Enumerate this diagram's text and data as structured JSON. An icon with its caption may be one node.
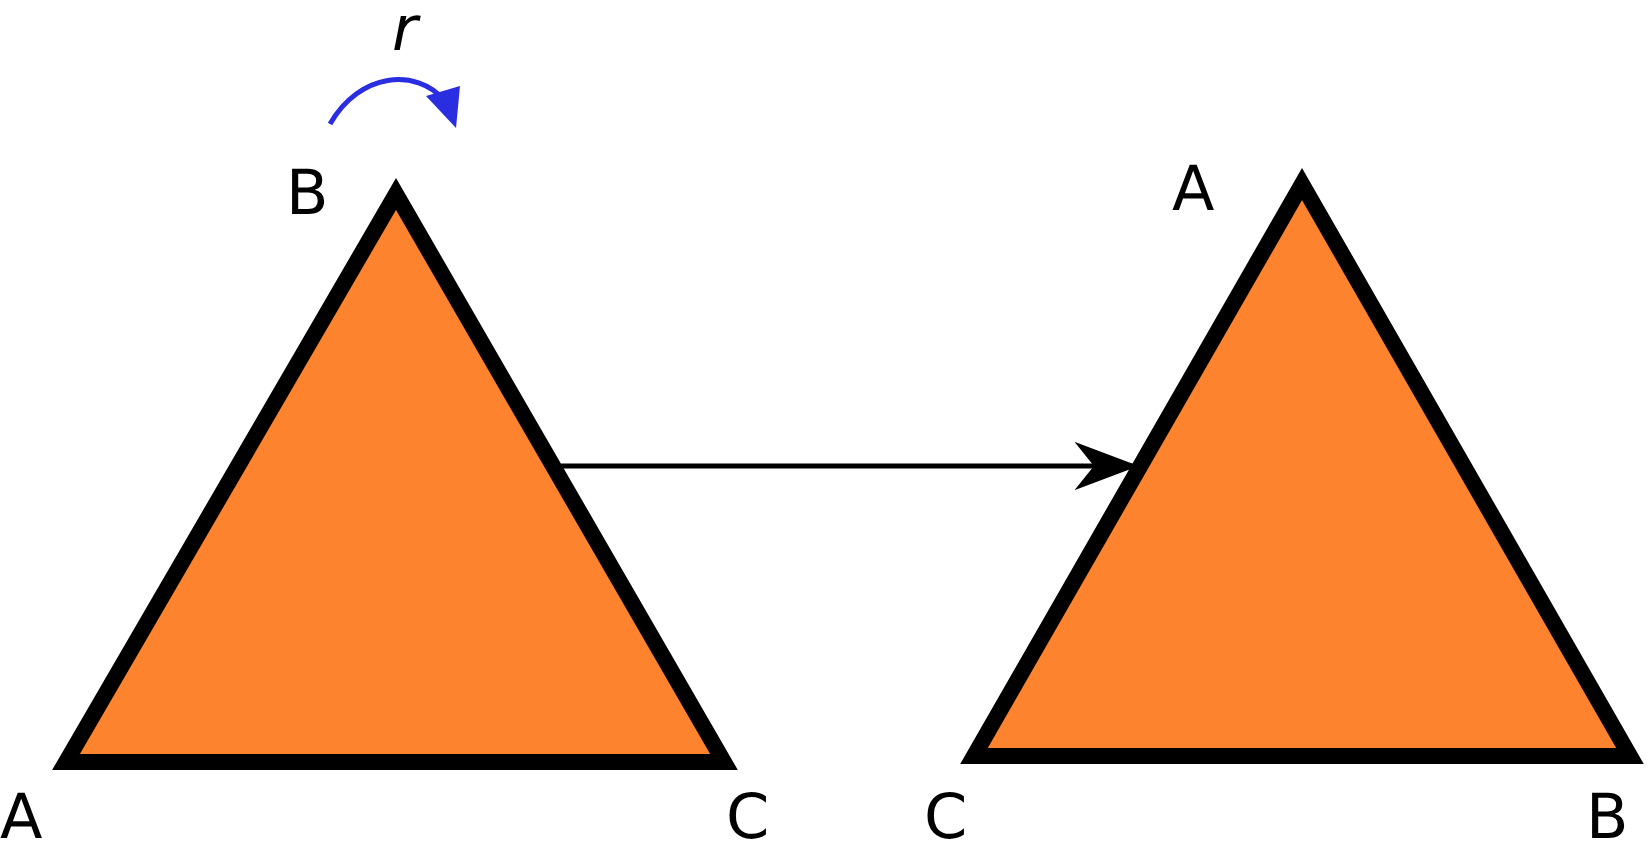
{
  "diagram": {
    "nodes": [
      {
        "text": [],
        "shape": "triangle"
      },
      {
        "text": [],
        "shape": "triangle"
      }
    ],
    "edges": [
      {
        "from": 0,
        "to": 1,
        "arrow": "to"
      }
    ],
    "labels": [
      "r",
      "B",
      "A",
      "A",
      "C",
      "C",
      "B"
    ]
  }
}
